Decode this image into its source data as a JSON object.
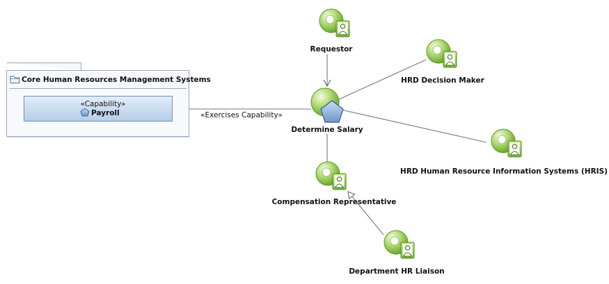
{
  "package": {
    "name": "Core Human Resources Management Systems",
    "icon": "folder-icon"
  },
  "capability": {
    "stereotype": "«Capability»",
    "name": "Payroll",
    "icon": "capability-pentagon-icon"
  },
  "central_role": {
    "name": "Determine Salary",
    "icon": "role-with-capability-icon"
  },
  "relationship": {
    "label": "«Exercises Capability»"
  },
  "actors": {
    "requestor": "Requestor",
    "hrd_decision_maker": "HRD Decision Maker",
    "hris": "HRD Human Resource Information Systems (HRIS)",
    "compensation_rep": "Compensation Representative",
    "dept_hr_liaison": "Department HR Liaison"
  },
  "colors": {
    "package_border": "#9aa8bd",
    "capability_fill_top": "#dce9f7",
    "capability_fill_bottom": "#b7cfe8",
    "capability_border": "#6f8fb5",
    "actor_green": "#8cc63f",
    "actor_green_dark": "#4e8a1a",
    "connector": "#777777"
  }
}
